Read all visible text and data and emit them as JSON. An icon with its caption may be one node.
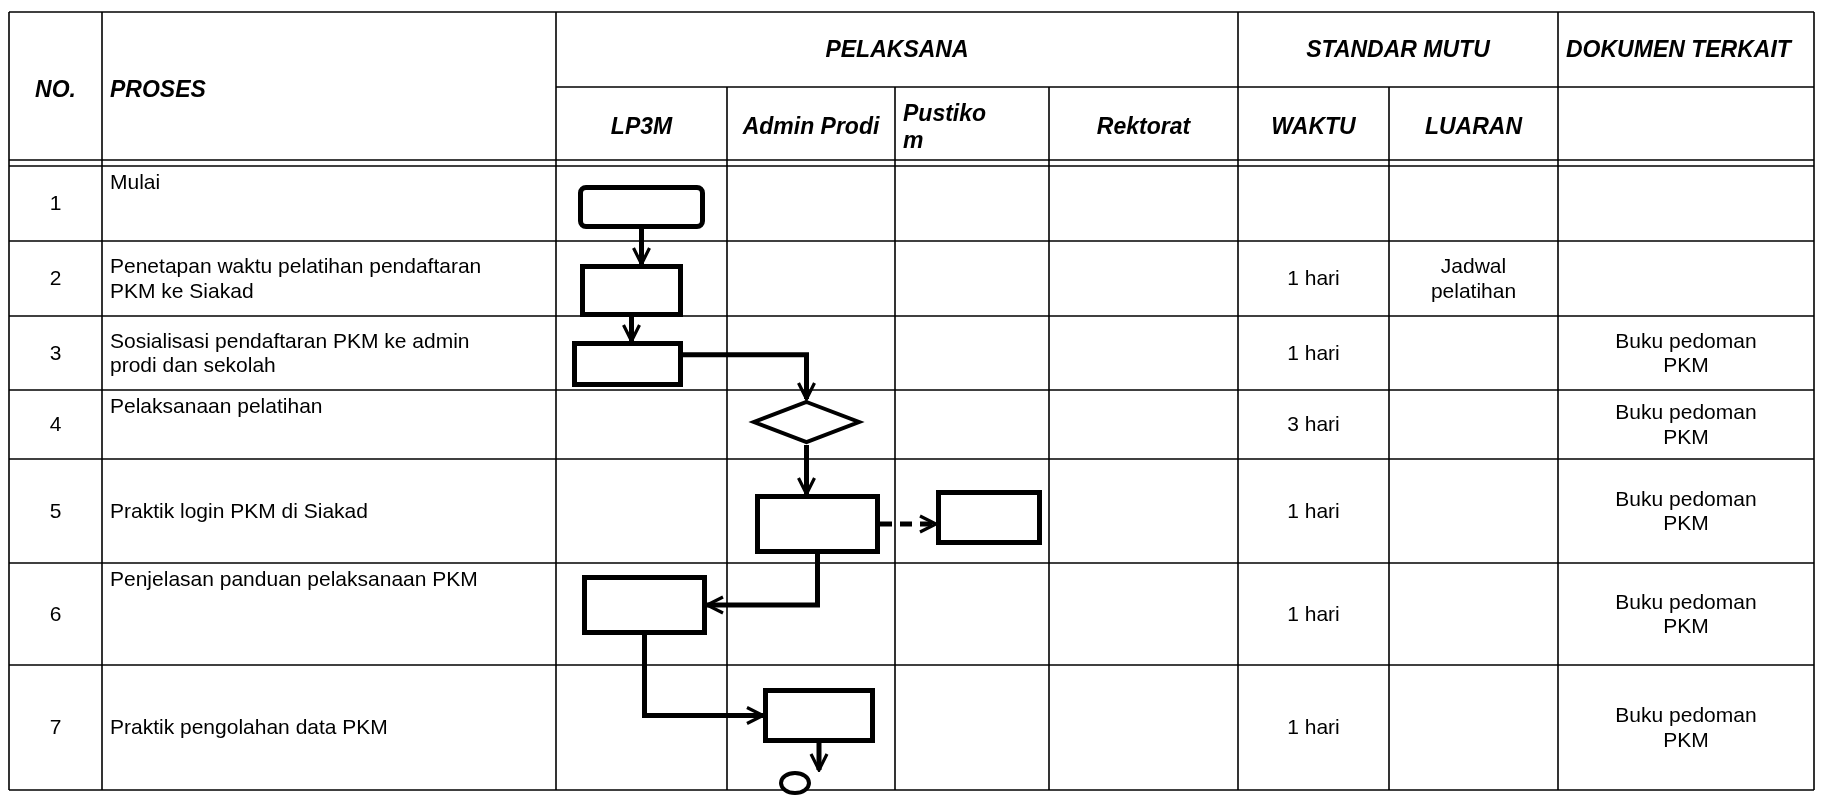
{
  "diagram": {
    "nodes": [
      {
        "text": [],
        "shape": "box"
      },
      {
        "text": [],
        "shape": "box"
      },
      {
        "text": [],
        "shape": "box"
      },
      {
        "text": [],
        "shape": "diamond"
      },
      {
        "text": [],
        "shape": "box"
      },
      {
        "text": [],
        "shape": "box"
      },
      {
        "text": [],
        "shape": "box"
      },
      {
        "text": [],
        "shape": "box"
      },
      {
        "text": [],
        "shape": "circle"
      }
    ],
    "edges": [
      {
        "from": 0,
        "to": 1,
        "arrow": "to"
      },
      {
        "from": 1,
        "to": 2,
        "arrow": "to"
      },
      {
        "from": 2,
        "to": 3,
        "arrow": "to"
      },
      {
        "from": 3,
        "to": 4,
        "arrow": "to"
      },
      {
        "from": 4,
        "to": 5,
        "arrow": "to",
        "style": "dashed"
      },
      {
        "from": 4,
        "to": 6,
        "arrow": "to"
      },
      {
        "from": 6,
        "to": 7,
        "arrow": "to"
      },
      {
        "from": 7,
        "to": 8,
        "arrow": "to"
      }
    ],
    "labels": [
      "NO.",
      "PROSES",
      "PELAKSANA",
      "STANDAR MUTU",
      "DOKUMEN TERKAIT",
      "LP3M",
      "Admin Prodi",
      "Pustikom",
      "Rektorat",
      "WAKTU",
      "LUARAN",
      "1",
      "Mulai",
      "2",
      "Penetapan waktu pelatihan pendaftaran PKM ke Siakad",
      "1 hari",
      "Jadwal pelatihan",
      "3",
      "Sosialisasi pendaftaran PKM ke admin prodi dan sekolah",
      "1 hari",
      "Buku pedoman PKM",
      "4",
      "Pelaksanaan pelatihan",
      "3 hari",
      "Buku pedoman PKM",
      "5",
      "Praktik login PKM di Siakad",
      "1 hari",
      "Buku pedoman PKM",
      "6",
      "Penjelasan panduan pelaksanaan PKM",
      "1 hari",
      "Buku pedoman PKM",
      "7",
      "Praktik pengolahan data PKM",
      "1 hari",
      "Buku pedoman PKM"
    ]
  }
}
